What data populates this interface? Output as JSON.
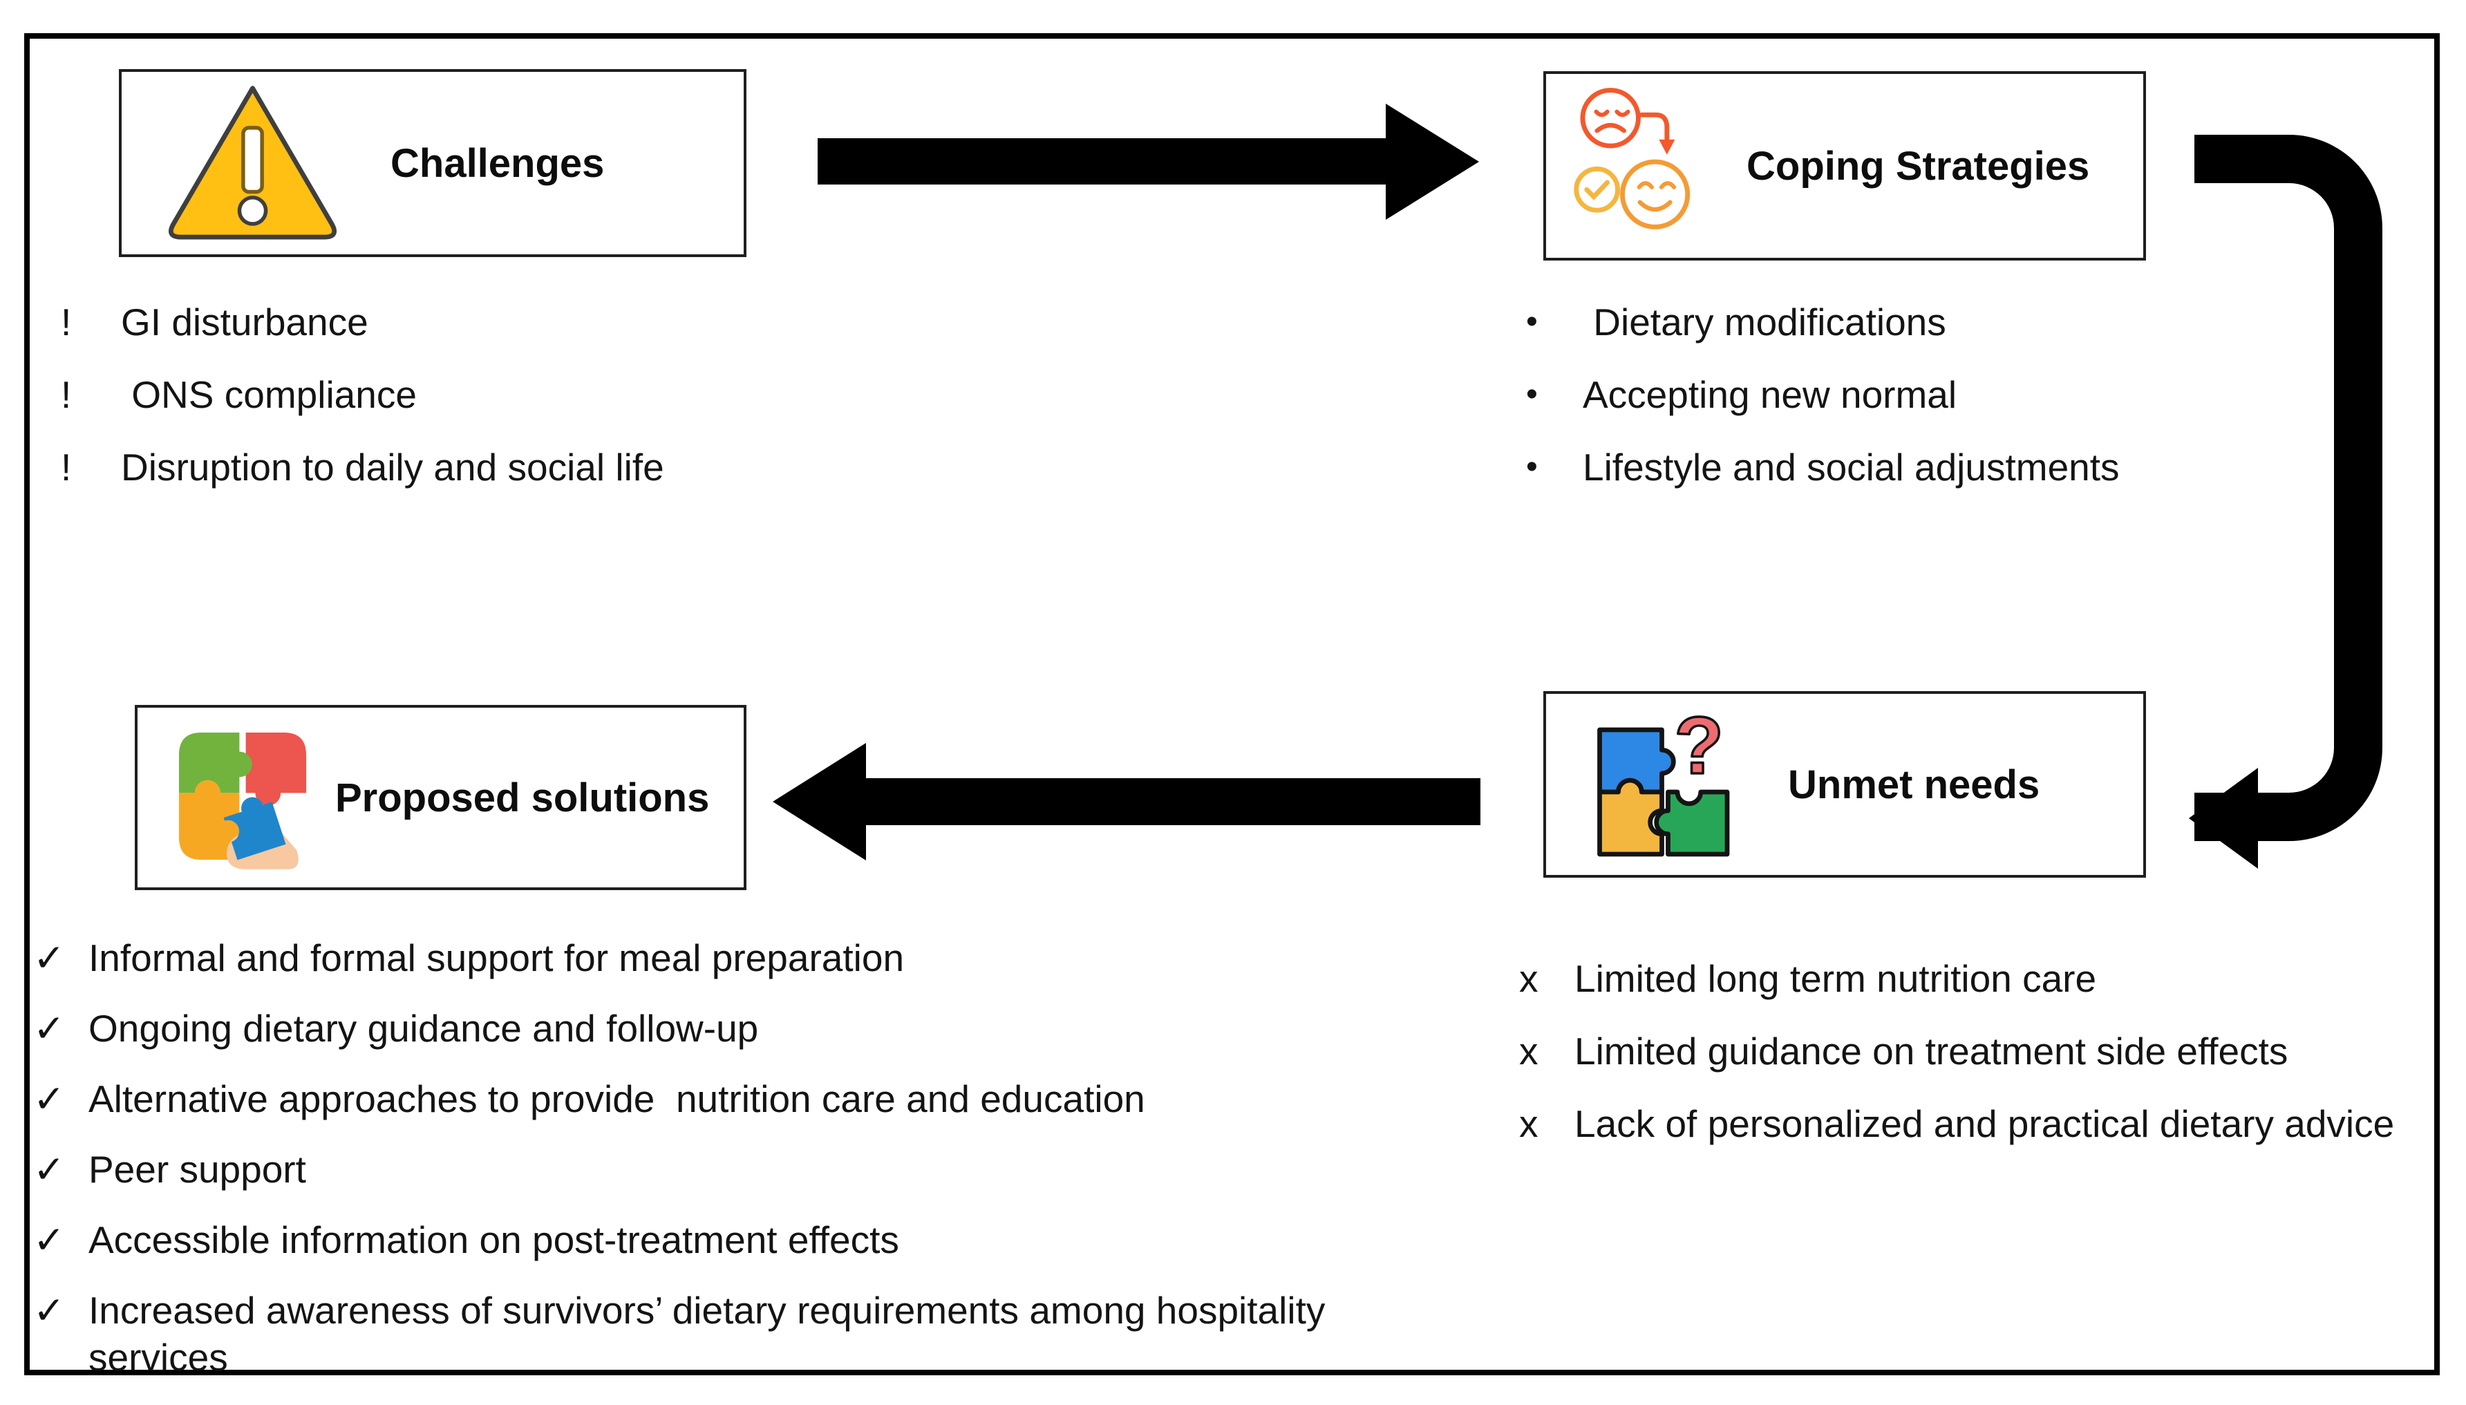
{
  "boxes": {
    "challenges": {
      "title": "Challenges",
      "icon": "warning-triangle-icon"
    },
    "coping": {
      "title": "Coping Strategies",
      "icon": "coping-faces-icon"
    },
    "unmet": {
      "title": "Unmet needs",
      "icon": "puzzle-question-mark-icon"
    },
    "solutions": {
      "title": "Proposed solutions",
      "icon": "puzzle-hand-icon"
    }
  },
  "lists": {
    "challenges": {
      "bullet": "!",
      "items": [
        "GI disturbance",
        " ONS compliance",
        "Disruption to daily and social life"
      ]
    },
    "coping": {
      "bullet": "•",
      "items": [
        " Dietary modifications",
        "Accepting new normal",
        "Lifestyle and social adjustments"
      ]
    },
    "unmet": {
      "bullet": "x",
      "items": [
        "Limited long term nutrition care",
        "Limited guidance on treatment side effects",
        "Lack of personalized and practical dietary advice"
      ]
    },
    "solutions": {
      "bullet": "✓",
      "items": [
        "Informal and formal support for meal preparation",
        "Ongoing dietary guidance and follow-up",
        "Alternative approaches to provide  nutrition care and education",
        "Peer support",
        "Accessible information on post-treatment effects",
        "Increased awareness of survivors’ dietary requirements among hospitality services"
      ]
    }
  },
  "icons": {
    "question_glyph": "?"
  },
  "colors": {
    "arrow_black": "#000000",
    "frame_border": "#000000",
    "box_border": "#1f1f1f",
    "text": "#141414",
    "warning_fill": "#FFC013",
    "warning_stroke": "#3f3f3f",
    "warning_mark_stroke": "#7a5e12",
    "coping_red_orange": "#F4582B",
    "coping_orange": "#F59B35",
    "coping_yellow": "#F5B63F",
    "puzzle_blue": "#2D87E4",
    "puzzle_yellow": "#F3B73F",
    "puzzle_green": "#27A658",
    "puzzle_outline": "#141414",
    "question_red": "#ED6C70",
    "sol_green": "#72B33E",
    "sol_red": "#EC564E",
    "sol_amber": "#F7A823",
    "sol_blue": "#1F86CB",
    "hand_skin": "#F8C8A0"
  }
}
